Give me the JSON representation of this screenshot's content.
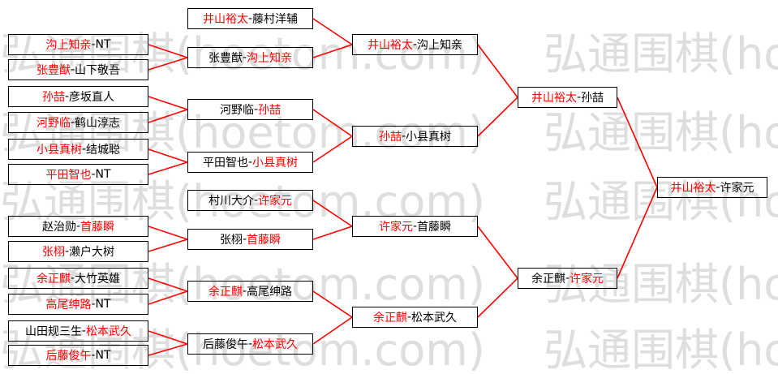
{
  "watermark": {
    "text": "弘通围棋(hoetom.com)"
  },
  "separator": "-",
  "colors": {
    "winner": "#ff0000",
    "text": "#000000",
    "line": "#ff0000",
    "border": "#000000",
    "watermark": "#dedede",
    "background": "#ffffff"
  },
  "rounds": [
    {
      "matches": [
        {
          "p1": "沟上知亲",
          "p2": "NT",
          "winner": 1
        },
        {
          "p1": "张豊猷",
          "p2": "山下敬吾",
          "winner": 1
        },
        {
          "p1": "孙喆",
          "p2": "彦坂直人",
          "winner": 1
        },
        {
          "p1": "河野临",
          "p2": "鹤山淳志",
          "winner": 1
        },
        {
          "p1": "小县真树",
          "p2": "结城聪",
          "winner": 1
        },
        {
          "p1": "平田智也",
          "p2": "NT",
          "winner": 1
        },
        {
          "p1": "赵治勋",
          "p2": "首藤瞬",
          "winner": 2
        },
        {
          "p1": "张栩",
          "p2": "濑户大树",
          "winner": 1
        },
        {
          "p1": "余正麒",
          "p2": "大竹英雄",
          "winner": 1
        },
        {
          "p1": "高尾绅路",
          "p2": "NT",
          "winner": 1
        },
        {
          "p1": "山田规三生",
          "p2": "松本武久",
          "winner": 2
        },
        {
          "p1": "后藤俊午",
          "p2": "NT",
          "winner": 1
        }
      ]
    },
    {
      "matches": [
        {
          "p1": "井山裕太",
          "p2": "藤村洋辅",
          "winner": 1
        },
        {
          "p1": "张豊猷",
          "p2": "沟上知亲",
          "winner": 2
        },
        {
          "p1": "河野临",
          "p2": "孙喆",
          "winner": 2
        },
        {
          "p1": "平田智也",
          "p2": "小县真树",
          "winner": 2
        },
        {
          "p1": "村川大介",
          "p2": "许家元",
          "winner": 2
        },
        {
          "p1": "张栩",
          "p2": "首藤瞬",
          "winner": 2
        },
        {
          "p1": "余正麒",
          "p2": "高尾绅路",
          "winner": 1
        },
        {
          "p1": "后藤俊午",
          "p2": "松本武久",
          "winner": 2
        }
      ]
    },
    {
      "matches": [
        {
          "p1": "井山裕太",
          "p2": "沟上知亲",
          "winner": 1
        },
        {
          "p1": "孙喆",
          "p2": "小县真树",
          "winner": 1
        },
        {
          "p1": "许家元",
          "p2": "首藤瞬",
          "winner": 1
        },
        {
          "p1": "余正麒",
          "p2": "松本武久",
          "winner": 1
        }
      ]
    },
    {
      "matches": [
        {
          "p1": "井山裕太",
          "p2": "孙喆",
          "winner": 1
        },
        {
          "p1": "余正麒",
          "p2": "许家元",
          "winner": 2
        }
      ]
    },
    {
      "matches": [
        {
          "p1": "井山裕太",
          "p2": "许家元",
          "winner": 1
        }
      ]
    }
  ]
}
